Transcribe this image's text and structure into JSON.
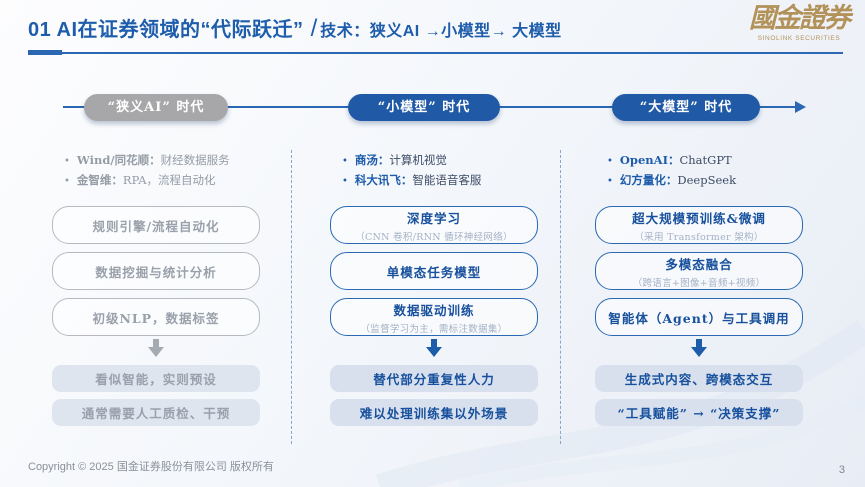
{
  "header": {
    "title_main": "01 AI在证券领域的“代际跃迁”",
    "title_separator": "/",
    "title_sub": "技术：狭义AI →小模型→ 大模型",
    "logo_text": "國金證券",
    "logo_subtext": "SINOLINK SECURITIES"
  },
  "timeline": {
    "eras": [
      {
        "label": "“狭义AI” 时代"
      },
      {
        "label": "“小模型” 时代"
      },
      {
        "label": "“大模型” 时代"
      }
    ]
  },
  "columns": [
    {
      "era": "narrow-ai",
      "bullets": [
        {
          "name": "Wind/同花顺：",
          "desc": "财经数据服务"
        },
        {
          "name": "金智维：",
          "desc": "RPA，流程自动化"
        }
      ],
      "boxes": [
        {
          "title": "规则引擎/流程自动化",
          "subtitle": ""
        },
        {
          "title": "数据挖掘与统计分析",
          "subtitle": ""
        },
        {
          "title": "初级NLP，数据标签",
          "subtitle": ""
        }
      ],
      "outcomes": [
        "看似智能，实则预设",
        "通常需要人工质检、干预"
      ]
    },
    {
      "era": "small-model",
      "bullets": [
        {
          "name": "商汤：",
          "desc": "计算机视觉"
        },
        {
          "name": "科大讯飞：",
          "desc": "智能语音客服"
        }
      ],
      "boxes": [
        {
          "title": "深度学习",
          "subtitle": "（CNN 卷积/RNN 循环神经网络）"
        },
        {
          "title": "单模态任务模型",
          "subtitle": ""
        },
        {
          "title": "数据驱动训练",
          "subtitle": "（监督学习为主，需标注数据集）"
        }
      ],
      "outcomes": [
        "替代部分重复性人力",
        "难以处理训练集以外场景"
      ]
    },
    {
      "era": "large-model",
      "bullets": [
        {
          "name": "OpenAI：",
          "desc": "ChatGPT"
        },
        {
          "name": "幻方量化：",
          "desc": "DeepSeek"
        }
      ],
      "boxes": [
        {
          "title": "超大规模预训练&微调",
          "subtitle": "（采用 Transformer 架构）"
        },
        {
          "title": "多模态融合",
          "subtitle": "（跨语言+图像+音频+视频）"
        },
        {
          "title": "智能体（Agent）与工具调用",
          "subtitle": ""
        }
      ],
      "outcomes": [
        "生成式内容、跨模态交互",
        "“工具赋能” → “决策支撑”"
      ]
    }
  ],
  "footer": {
    "copyright": "Copyright © 2025 国金证券股份有限公司 版权所有",
    "page_number": "3"
  },
  "colors": {
    "accent_blue": "#2059a5",
    "era_gray": "#a7a7a9",
    "outcome_bg": "#d8e0ee",
    "logo_gold": "#b3925a"
  }
}
